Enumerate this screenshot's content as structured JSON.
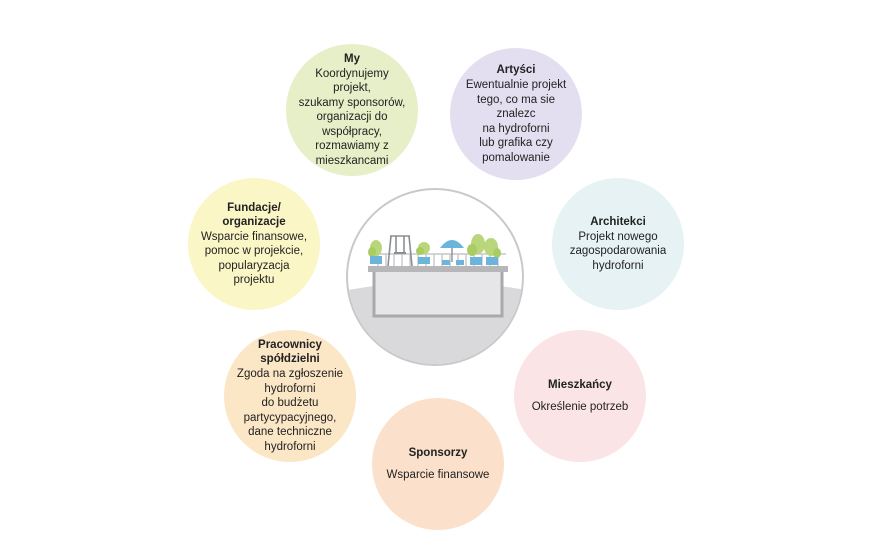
{
  "nodes": {
    "my": {
      "title": "My",
      "desc": "Koordynujemy projekt,\nszukamy sponsorów,\norganizacji do\nwspółpracy,\nrozmawiamy z\nmieszkancami"
    },
    "artysci": {
      "title": "Artyści",
      "desc": "Ewentualnie projekt\ntego, co ma sie znalezc\nna hydroforni\nlub grafika czy\npomalowanie"
    },
    "architekci": {
      "title": "Architekci",
      "desc": "Projekt nowego\nzagospodarowania\nhydroforni"
    },
    "mieszkancy": {
      "title": "Mieszkańcy",
      "desc": "Określenie potrzeb"
    },
    "sponsorzy": {
      "title": "Sponsorzy",
      "desc": "Wsparcie finansowe"
    },
    "pracownicy": {
      "title": "Pracownicy\nspółdzielni",
      "desc": "Zgoda na zgłoszenie\nhydroforni\ndo budżetu\npartycypacyjnego,\ndane techniczne\nhydroforni"
    },
    "fundacje": {
      "title": "Fundacje/\norganizacje",
      "desc": "Wsparcie finansowe,\npomoc w projekcie,\npopularyzacja\nprojektu"
    }
  },
  "colors": {
    "my": "#e6efc7",
    "artysci": "#e4dff0",
    "architekci": "#e6f2f3",
    "mieszkancy": "#fbe4e5",
    "sponsorzy": "#fbe0cb",
    "pracownicy": "#fbe6c6",
    "fundacje": "#fbf6c6",
    "center_border": "#c9c9c9",
    "plant_green": "#b9d77a",
    "planter_blue": "#6cb4dc"
  },
  "icons": {
    "center": "rooftop-garden-building-icon"
  }
}
